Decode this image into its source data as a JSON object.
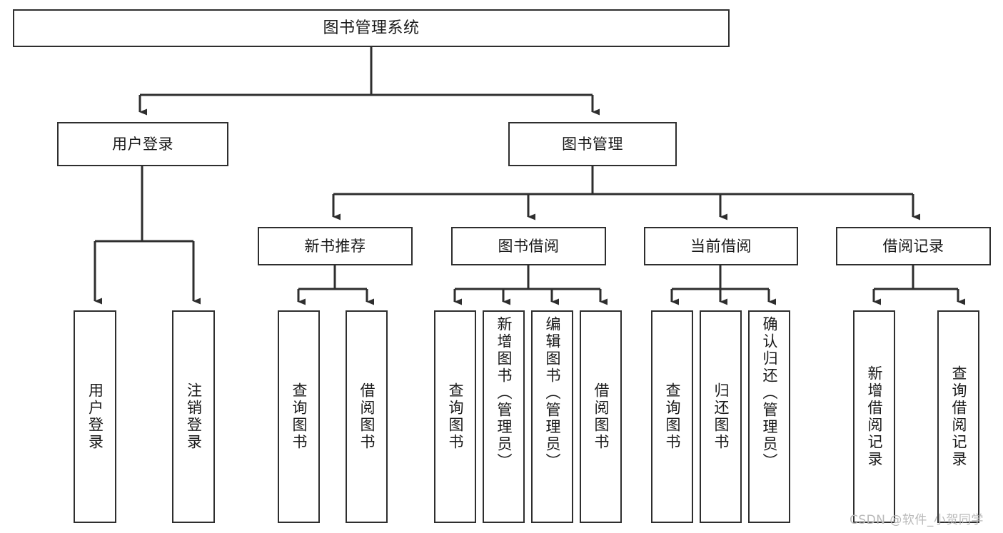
{
  "diagram": {
    "type": "tree-hierarchy",
    "title": "图书管理系统",
    "root": {
      "label": "图书管理系统"
    },
    "level1": [
      {
        "label": "用户登录"
      },
      {
        "label": "图书管理"
      }
    ],
    "level2": [
      {
        "label": "新书推荐"
      },
      {
        "label": "图书借阅"
      },
      {
        "label": "当前借阅"
      },
      {
        "label": "借阅记录"
      }
    ],
    "leaves": {
      "user_login": [
        {
          "label": "用户登录"
        },
        {
          "label": "注销登录"
        }
      ],
      "new_book_recommend": [
        {
          "label": "查询图书"
        },
        {
          "label": "借阅图书"
        }
      ],
      "book_borrow": [
        {
          "label": "查询图书"
        },
        {
          "label": "新增图书（管理员）"
        },
        {
          "label": "编辑图书（管理员）"
        },
        {
          "label": "借阅图书"
        }
      ],
      "current_borrow": [
        {
          "label": "查询图书"
        },
        {
          "label": "归还图书"
        },
        {
          "label": "确认归还（管理员）"
        }
      ],
      "borrow_record": [
        {
          "label": "新增借阅记录"
        },
        {
          "label": "查询借阅记录"
        }
      ]
    }
  },
  "watermark": {
    "text": "CSDN @软件_小贺同学"
  },
  "colors": {
    "border": "#2e2e2e",
    "background": "#ffffff",
    "text": "#1a1a1a",
    "watermark": "#b9b9b9"
  }
}
